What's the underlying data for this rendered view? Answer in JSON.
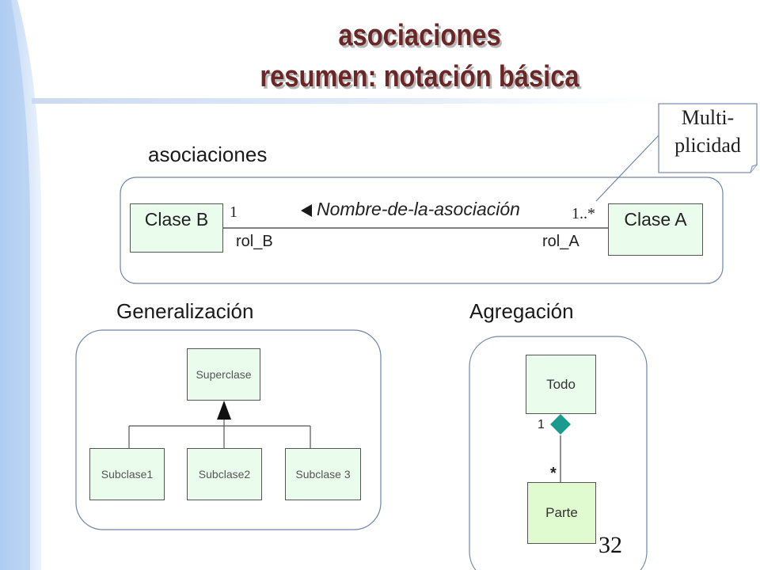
{
  "title": {
    "line1": "asociaciones",
    "line2": "resumen: notación básica"
  },
  "callout": {
    "line1": "Multi-",
    "line2": "plicidad"
  },
  "association": {
    "section_label": "asociaciones",
    "class_b": "Clase B",
    "class_a": "Clase A",
    "multiplicity_b": "1",
    "multiplicity_a": "1..*",
    "association_name": "Nombre-de-la-asociación",
    "role_b": "rol_B",
    "role_a": "rol_A"
  },
  "generalization": {
    "section_label": "Generalización",
    "superclass": "Superclase",
    "subclasses": [
      "Subclase1",
      "Subclase2",
      "Subclase 3"
    ]
  },
  "aggregation": {
    "section_label": "Agregación",
    "whole": "Todo",
    "part": "Parte",
    "multiplicity_whole": "1",
    "multiplicity_part": "*"
  },
  "page_number": "32",
  "colors": {
    "title": "#6b2626",
    "class_fill": "#eafcec",
    "part_fill": "#e0fbd0",
    "diamond": "#1b9a8e",
    "left_band": "#c8dcf6"
  }
}
